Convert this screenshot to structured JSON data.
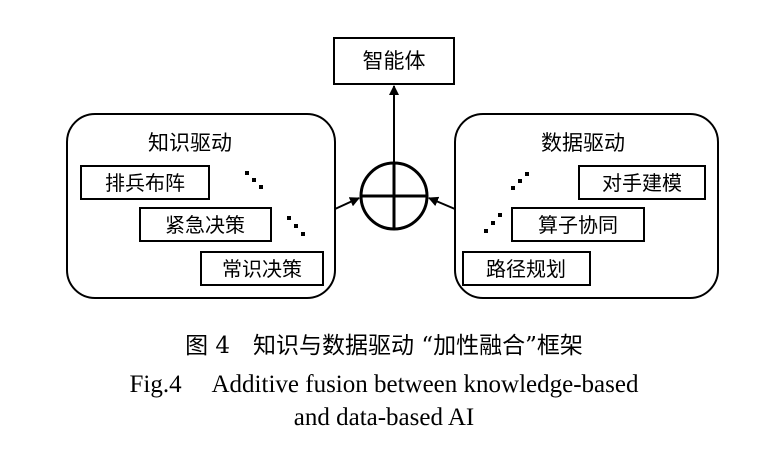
{
  "diagram": {
    "agent_label": "智能体",
    "left_group": {
      "title": "知识驱动",
      "items": [
        "排兵布阵",
        "紧急决策",
        "常识决策"
      ]
    },
    "right_group": {
      "title": "数据驱动",
      "items": [
        "对手建模",
        "算子协同",
        "路径规划"
      ]
    }
  },
  "caption": {
    "zh": "图 4　知识与数据驱动 “加性融合”框架",
    "en_line1": "Fig.4　 Additive fusion between knowledge-based",
    "en_line2": "and data-based AI"
  }
}
